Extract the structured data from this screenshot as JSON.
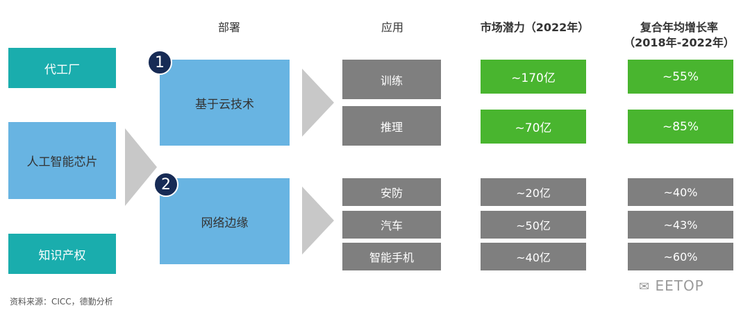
{
  "headers": {
    "deploy": "部署",
    "app": "应用",
    "market": "市场潜力（2022年）",
    "cagr_line1": "复合年均增长率",
    "cagr_line2": "（2018年-2022年）"
  },
  "sources": [
    "代工厂",
    "人工智能芯片",
    "知识产权"
  ],
  "deploy": [
    {
      "num": "1",
      "label": "基于云技术"
    },
    {
      "num": "2",
      "label": "网络边缘"
    }
  ],
  "apps": [
    {
      "label": "训练",
      "market": "~170亿",
      "cagr": "~55%",
      "highlight": true
    },
    {
      "label": "推理",
      "market": "~70亿",
      "cagr": "~85%",
      "highlight": true
    },
    {
      "label": "安防",
      "market": "~20亿",
      "cagr": "~40%",
      "highlight": false
    },
    {
      "label": "汽车",
      "market": "~50亿",
      "cagr": "~43%",
      "highlight": false
    },
    {
      "label": "智能手机",
      "market": "~40亿",
      "cagr": "~60%",
      "highlight": false
    }
  ],
  "footer": {
    "source": "资料来源：CICC，德勤分析",
    "watermark": "EETOP"
  },
  "colors": {
    "teal": "#1aadad",
    "blue": "#68b4e2",
    "grey": "#7f7f7f",
    "green": "#49b52f",
    "badge": "#172b55"
  }
}
